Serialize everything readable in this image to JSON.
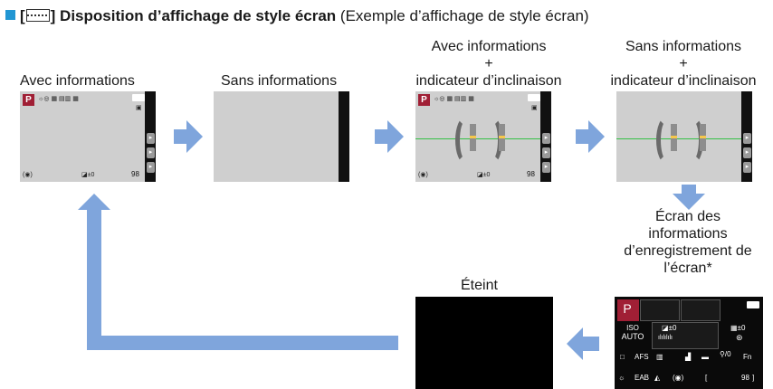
{
  "title": {
    "bold": "[",
    "bold2": "] Disposition d’affichage de style écran",
    "normal": " (Exemple d’affichage de style écran)"
  },
  "captions": {
    "c1": "Avec informations",
    "c2": "Sans informations",
    "c3_line1": "Avec informations",
    "c3_line2": "+",
    "c3_line3": "indicateur d’inclinaison",
    "c4_line1": "Sans informations",
    "c4_line2": "+",
    "c4_line3": "indicateur d’inclinaison",
    "c5_line1": "Écran des",
    "c5_line2": "informations",
    "c5_line3": "d’enregistrement de",
    "c5_line4": "l’écran*",
    "c6": "Éteint"
  },
  "screen": {
    "mode": "P",
    "shots_remaining": "98",
    "exposure": "±0",
    "info_iso": "AUTO",
    "info_ev1": "±0",
    "info_ev2": "±0",
    "info_focus": "AFS",
    "info_wb": "EAB",
    "info_fn": "Fn",
    "info_count": "98"
  },
  "colors": {
    "accent": "#2196d3",
    "arrow": "#7fa5dc",
    "mode_badge": "#a01f35",
    "level_line": "#35c046"
  }
}
